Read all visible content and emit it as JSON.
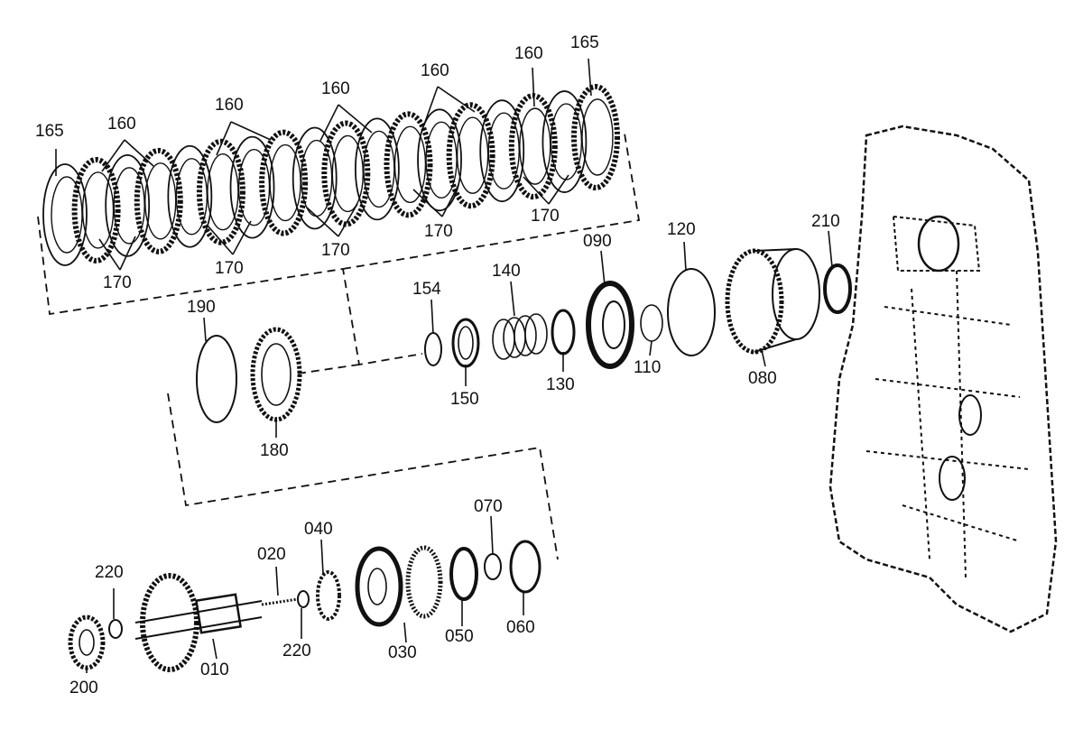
{
  "callouts": {
    "c165a": "165",
    "c160a": "160",
    "c160b": "160",
    "c160c": "160",
    "c160d": "160",
    "c160e": "160",
    "c165b": "165",
    "c170a": "170",
    "c170b": "170",
    "c170c": "170",
    "c170d": "170",
    "c170e": "170",
    "c190": "190",
    "c180": "180",
    "c154": "154",
    "c150": "150",
    "c140": "140",
    "c130": "130",
    "c090": "090",
    "c110": "110",
    "c120": "120",
    "c080": "080",
    "c210": "210",
    "c220a": "220",
    "c220b": "220",
    "c020": "020",
    "c040": "040",
    "c070": "070",
    "c060": "060",
    "c050": "050",
    "c030": "030",
    "c010": "010",
    "c200": "200"
  },
  "colors": {
    "ink": "#111111",
    "paper": "#ffffff"
  }
}
